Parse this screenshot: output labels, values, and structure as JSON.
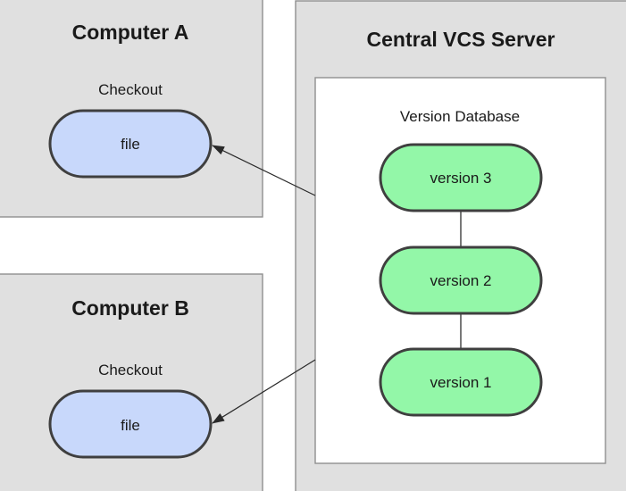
{
  "computer_a": {
    "title": "Computer A",
    "checkout_label": "Checkout",
    "file_label": "file"
  },
  "computer_b": {
    "title": "Computer B",
    "checkout_label": "Checkout",
    "file_label": "file"
  },
  "server": {
    "title": "Central VCS Server",
    "database_label": "Version Database",
    "versions": [
      "version 3",
      "version 2",
      "version 1"
    ]
  },
  "colors": {
    "panel_fill": "#e0e0e0",
    "file_fill": "#c8d8fb",
    "version_fill": "#93f7a8",
    "outline": "#3f3f3f"
  }
}
